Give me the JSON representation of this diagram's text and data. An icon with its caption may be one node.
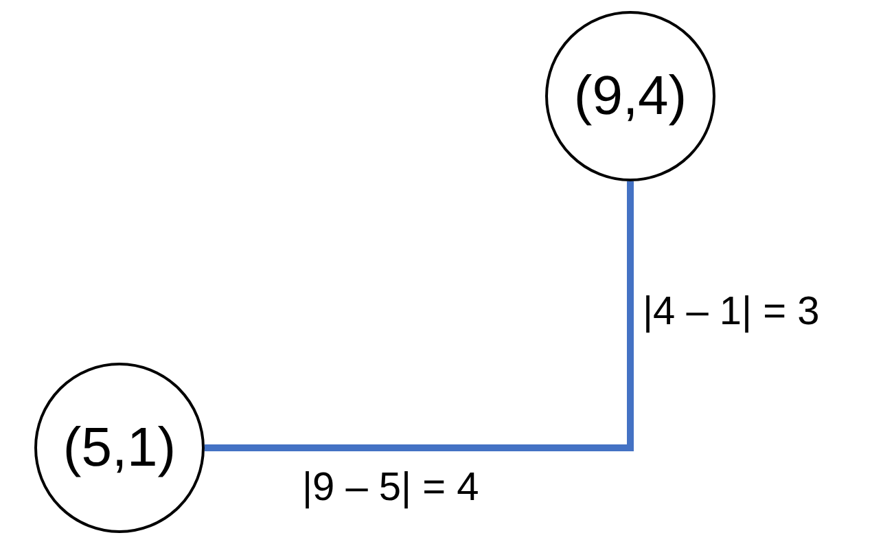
{
  "diagram": {
    "nodes": [
      {
        "text": [
          "(5,1)"
        ]
      },
      {
        "text": [
          "(9,4)"
        ]
      }
    ],
    "edges": [
      {
        "from": 0,
        "to": 1,
        "arrow": "none",
        "color": "#4472c4"
      }
    ],
    "labels": [
      "|4 – 1| = 3",
      "|9 – 5| = 4"
    ]
  }
}
